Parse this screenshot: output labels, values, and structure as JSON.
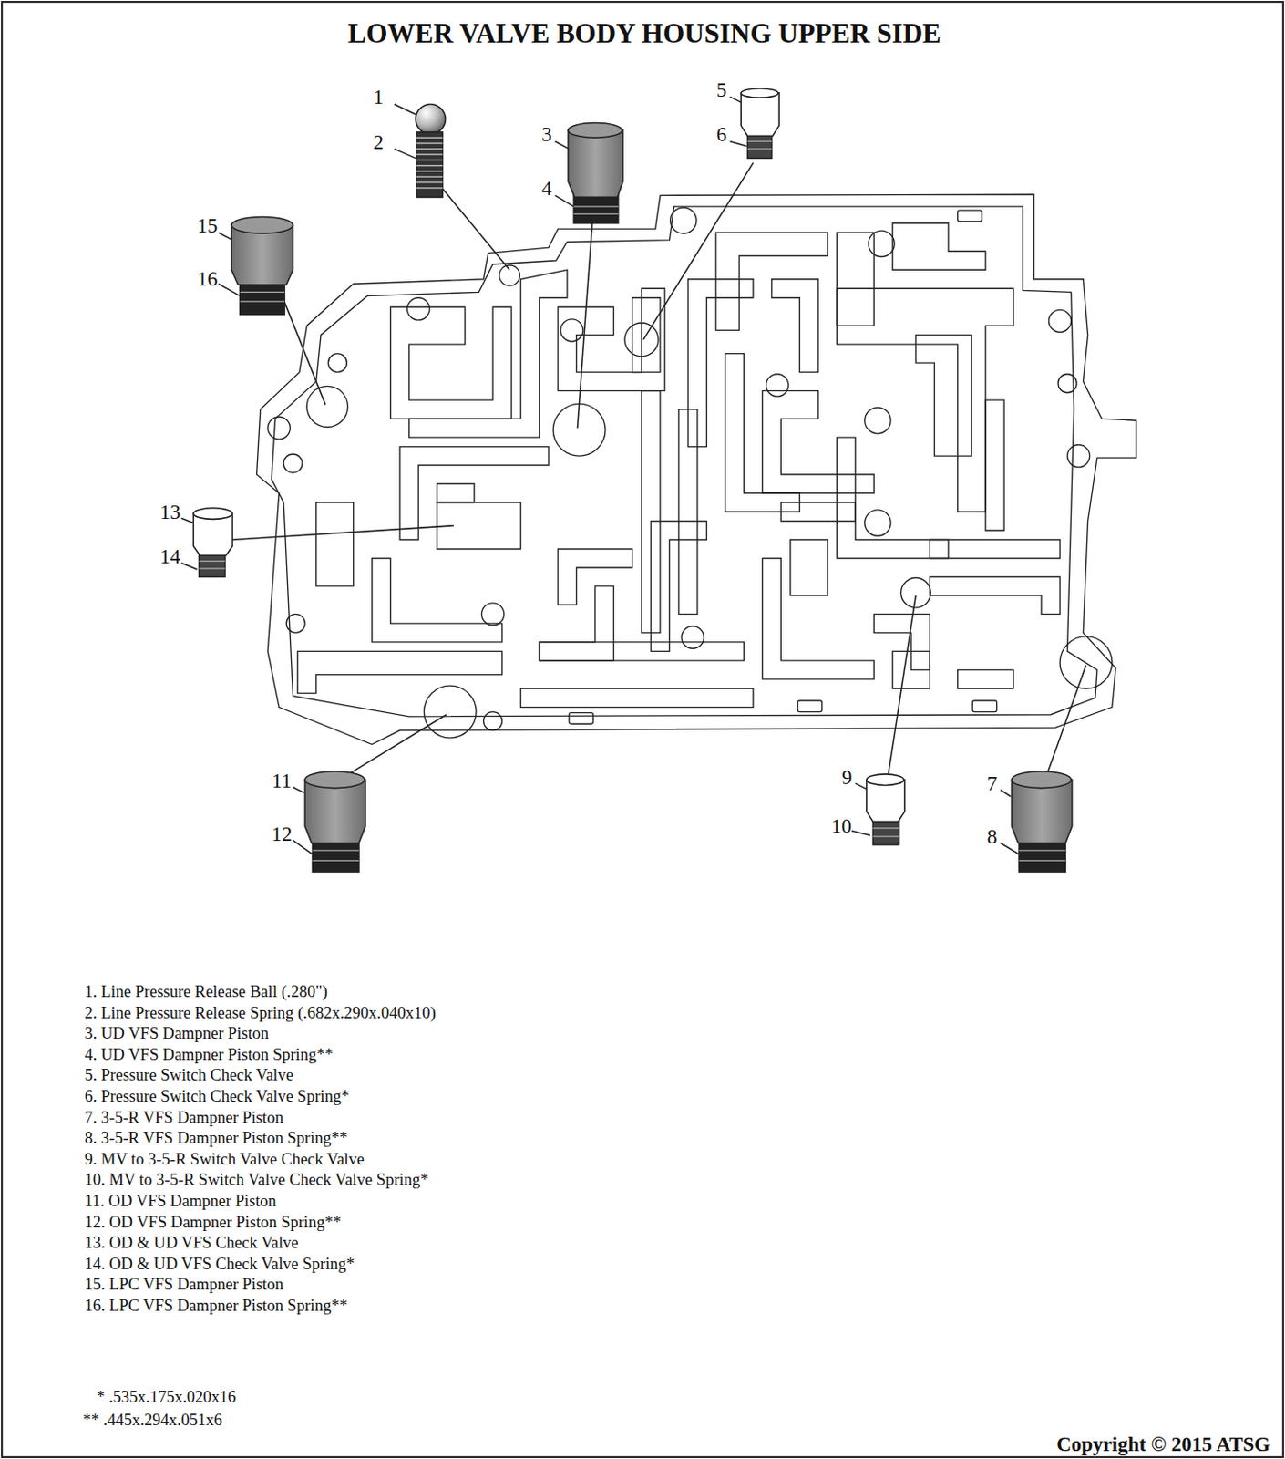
{
  "diagram": {
    "title": "LOWER VALVE BODY HOUSING UPPER SIDE",
    "labels": [
      "1",
      "2",
      "3",
      "4",
      "5",
      "6",
      "7",
      "8",
      "9",
      "10",
      "11",
      "12",
      "13",
      "14",
      "15",
      "16",
      "1. Line Pressure Release Ball (.280\")",
      "2. Line Pressure Release Spring (.682x.290x.040x10)",
      "3. UD VFS Dampner Piston",
      "4. UD VFS Dampner Piston Spring**",
      "5. Pressure Switch Check Valve",
      "6. Pressure Switch Check Valve Spring*",
      "7. 3-5-R VFS Dampner Piston",
      "8. 3-5-R VFS Dampner Piston Spring**",
      "9. MV to 3-5-R Switch Valve Check Valve",
      "10. MV to 3-5-R Switch Valve Check Valve Spring*",
      "11. OD VFS Dampner Piston",
      "12. OD VFS Dampner Piston Spring**",
      "13. OD & UD VFS Check Valve",
      "14. OD & UD VFS Check Valve Spring*",
      "15. LPC VFS Dampner Piston",
      "16. LPC VFS Dampner Piston Spring**",
      "* .535x.175x.020x16",
      "** .445x.294x.051x6",
      "Copyright © 2015 ATSG"
    ]
  }
}
